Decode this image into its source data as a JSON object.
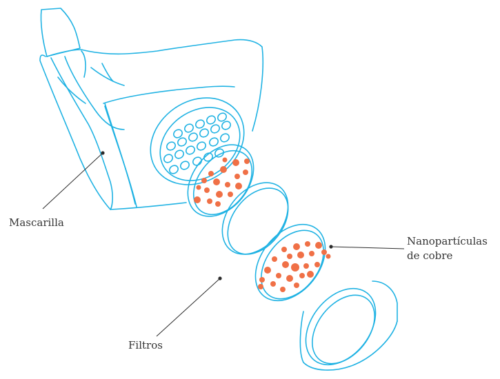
{
  "labels": {
    "mask": "Mascarilla",
    "filters": "Filtros",
    "nanoparticles_line1": "Nanopartículas",
    "nanoparticles_line2": "de cobre"
  },
  "colors": {
    "outline": "#1fb2e3",
    "particles": "#f07046",
    "leader": "#2b2b2b",
    "text": "#333333"
  }
}
